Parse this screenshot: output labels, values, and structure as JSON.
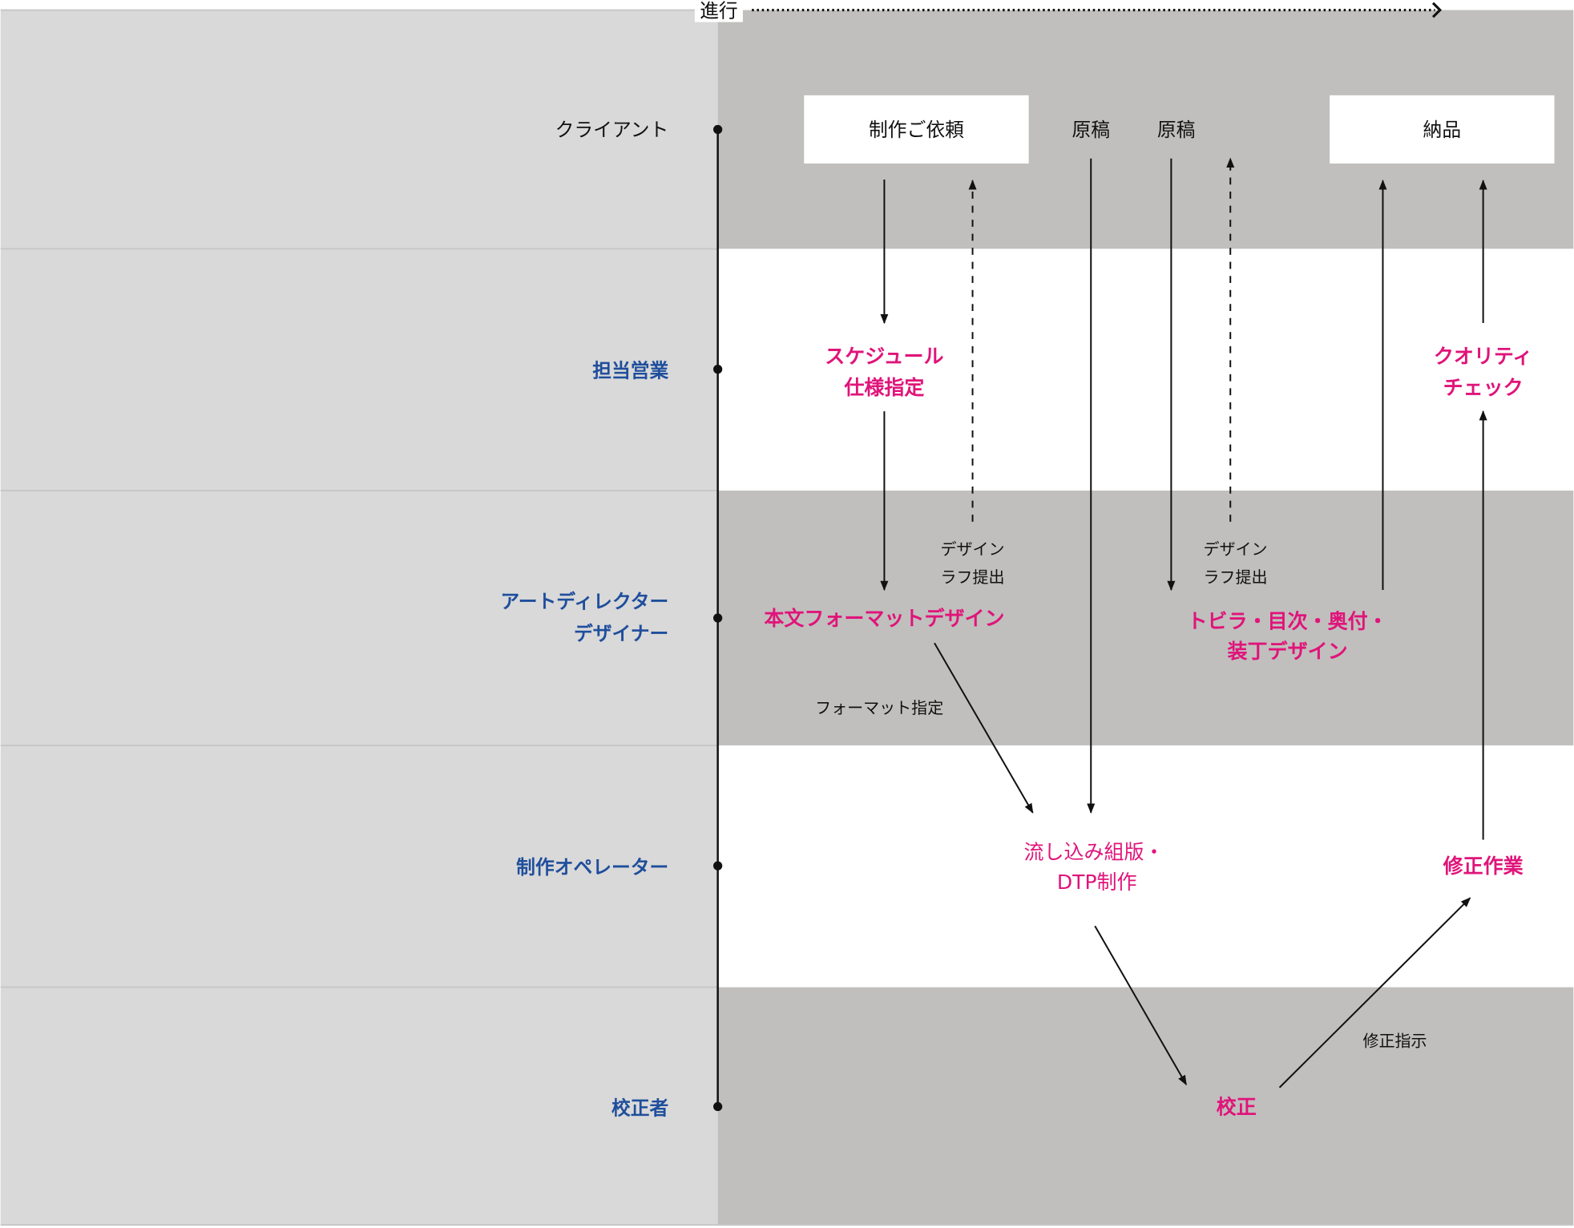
{
  "header": {
    "progress_label": "進行"
  },
  "lanes": [
    {
      "label": "クライアント"
    },
    {
      "label": "担当営業"
    },
    {
      "label": "アートディレクター",
      "label2": "デザイナー"
    },
    {
      "label": "制作オペレーター"
    },
    {
      "label": "校正者"
    }
  ],
  "client": {
    "request_box": "制作ご依頼",
    "manuscript_1": "原稿",
    "manuscript_2": "原稿",
    "delivery_box": "納品"
  },
  "tasks": {
    "schedule_1": "スケジュール",
    "schedule_2": "仕様指定",
    "format_design": "本文フォーマットデザイン",
    "cover_1": "トビラ・目次・奥付・",
    "cover_2": "装丁デザイン",
    "typeset_1": "流し込み組版・",
    "typeset_2": "DTP制作",
    "correction_work": "修正作業",
    "quality_1": "クオリティ",
    "quality_2": "チェック",
    "proofreading": "校正"
  },
  "annotations": {
    "rough_a_1": "デザイン",
    "rough_a_2": "ラフ提出",
    "rough_b_1": "デザイン",
    "rough_b_2": "ラフ提出",
    "format_spec": "フォーマット指定",
    "correction_instruction": "修正指示"
  },
  "colors": {
    "task": "#e0147a",
    "lane": "#1f4e9c",
    "gray_row": "#c0bfbd",
    "left_panel": "#d9d9d9"
  }
}
